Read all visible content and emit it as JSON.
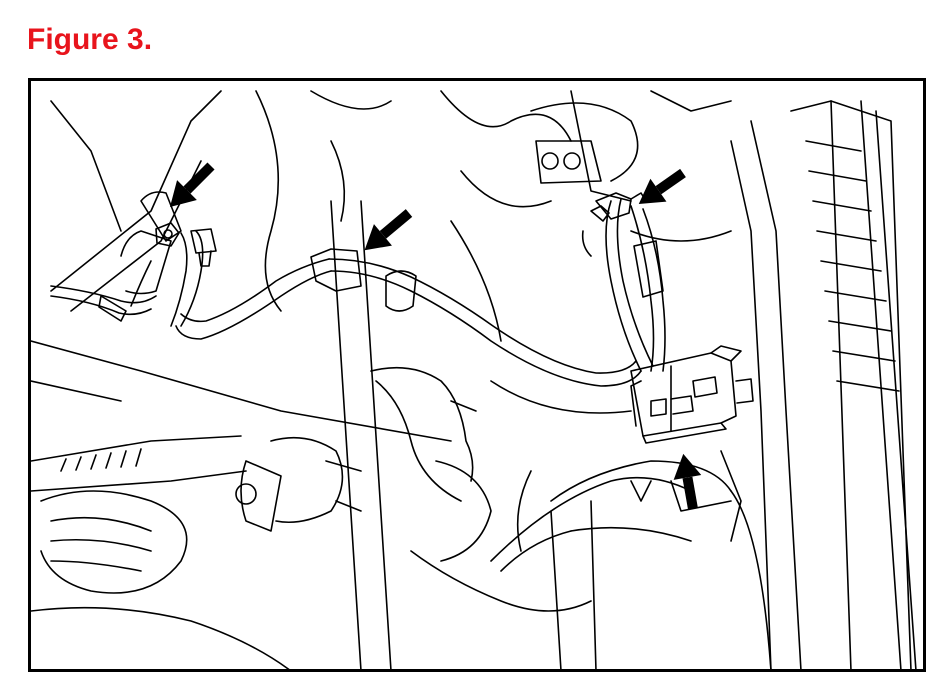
{
  "figure": {
    "title": "Figure 3."
  },
  "colors": {
    "title": "#e8141c",
    "line": "#000000",
    "background": "#ffffff"
  },
  "illustration": {
    "callout_arrows": [
      {
        "name": "arrow-ground-bolt",
        "direction": "down-left"
      },
      {
        "name": "arrow-harness-clamp",
        "direction": "down-left"
      },
      {
        "name": "arrow-terminal-clip",
        "direction": "down-left"
      },
      {
        "name": "arrow-connector",
        "direction": "up"
      }
    ]
  }
}
